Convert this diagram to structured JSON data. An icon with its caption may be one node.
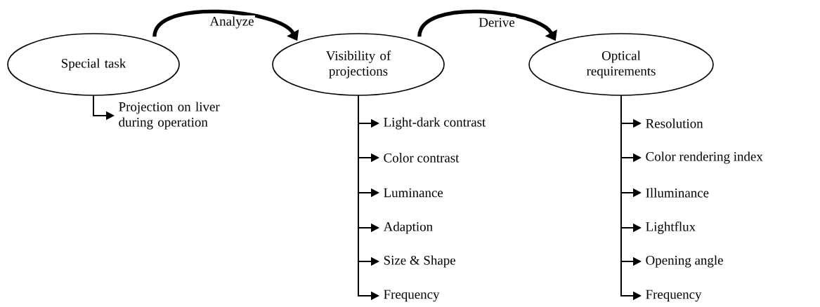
{
  "diagram": {
    "nodes": [
      {
        "text": [
          "Special task"
        ]
      },
      {
        "text": [
          "Visibility of projections"
        ]
      },
      {
        "text": [
          "Optical requirements"
        ]
      },
      {
        "text": [
          "Projection on liver during operation"
        ]
      },
      {
        "text": [
          "Light-dark contrast"
        ]
      },
      {
        "text": [
          "Color contrast"
        ]
      },
      {
        "text": [
          "Luminance"
        ]
      },
      {
        "text": [
          "Adaption"
        ]
      },
      {
        "text": [
          "Size & Shape"
        ]
      },
      {
        "text": [
          "Frequency"
        ]
      },
      {
        "text": [
          "Resolution"
        ]
      },
      {
        "text": [
          "Color rendering index"
        ]
      },
      {
        "text": [
          "Illuminance"
        ]
      },
      {
        "text": [
          "Lightflux"
        ]
      },
      {
        "text": [
          "Opening angle"
        ]
      },
      {
        "text": [
          "Frequency"
        ]
      }
    ],
    "edges": [
      {
        "from": 0,
        "to": 1,
        "arrow": "to",
        "label": "Analyze",
        "style": "thick"
      },
      {
        "from": 1,
        "to": 2,
        "arrow": "to",
        "label": "Derive",
        "style": "thick"
      },
      {
        "from": 0,
        "to": 3,
        "arrow": "to"
      },
      {
        "from": 1,
        "to": 4,
        "arrow": "to"
      },
      {
        "from": 1,
        "to": 5,
        "arrow": "to"
      },
      {
        "from": 1,
        "to": 6,
        "arrow": "to"
      },
      {
        "from": 1,
        "to": 7,
        "arrow": "to"
      },
      {
        "from": 1,
        "to": 8,
        "arrow": "to"
      },
      {
        "from": 1,
        "to": 9,
        "arrow": "to"
      },
      {
        "from": 2,
        "to": 10,
        "arrow": "to"
      },
      {
        "from": 2,
        "to": 11,
        "arrow": "to"
      },
      {
        "from": 2,
        "to": 12,
        "arrow": "to"
      },
      {
        "from": 2,
        "to": 13,
        "arrow": "to"
      },
      {
        "from": 2,
        "to": 14,
        "arrow": "to"
      },
      {
        "from": 2,
        "to": 15,
        "arrow": "to"
      }
    ]
  }
}
